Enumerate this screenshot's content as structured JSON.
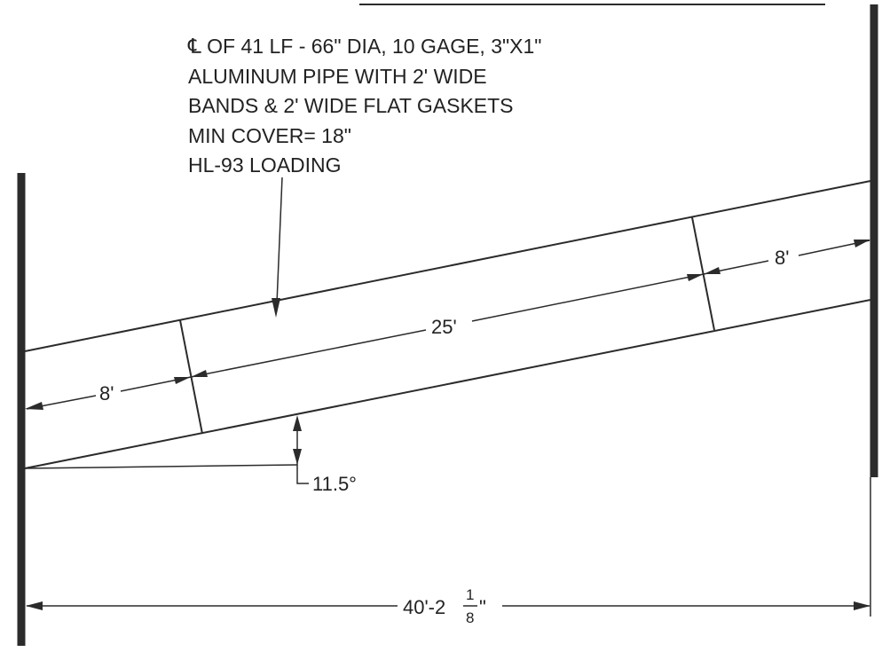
{
  "note": {
    "lines": [
      "℄ OF 41 LF - 66\" DIA, 10 GAGE, 3\"X1\"",
      "ALUMINUM PIPE WITH 2' WIDE",
      "BANDS & 2' WIDE FLAT GASKETS",
      "MIN COVER= 18\"",
      "HL-93 LOADING"
    ]
  },
  "dimensions": {
    "left_segment": "8'",
    "middle_segment": "25'",
    "right_segment": "8'",
    "angle": "11.5°",
    "overall_whole": "40'-2",
    "overall_frac_num": "1",
    "overall_frac_den": "8",
    "overall_inch_mark": "\""
  }
}
